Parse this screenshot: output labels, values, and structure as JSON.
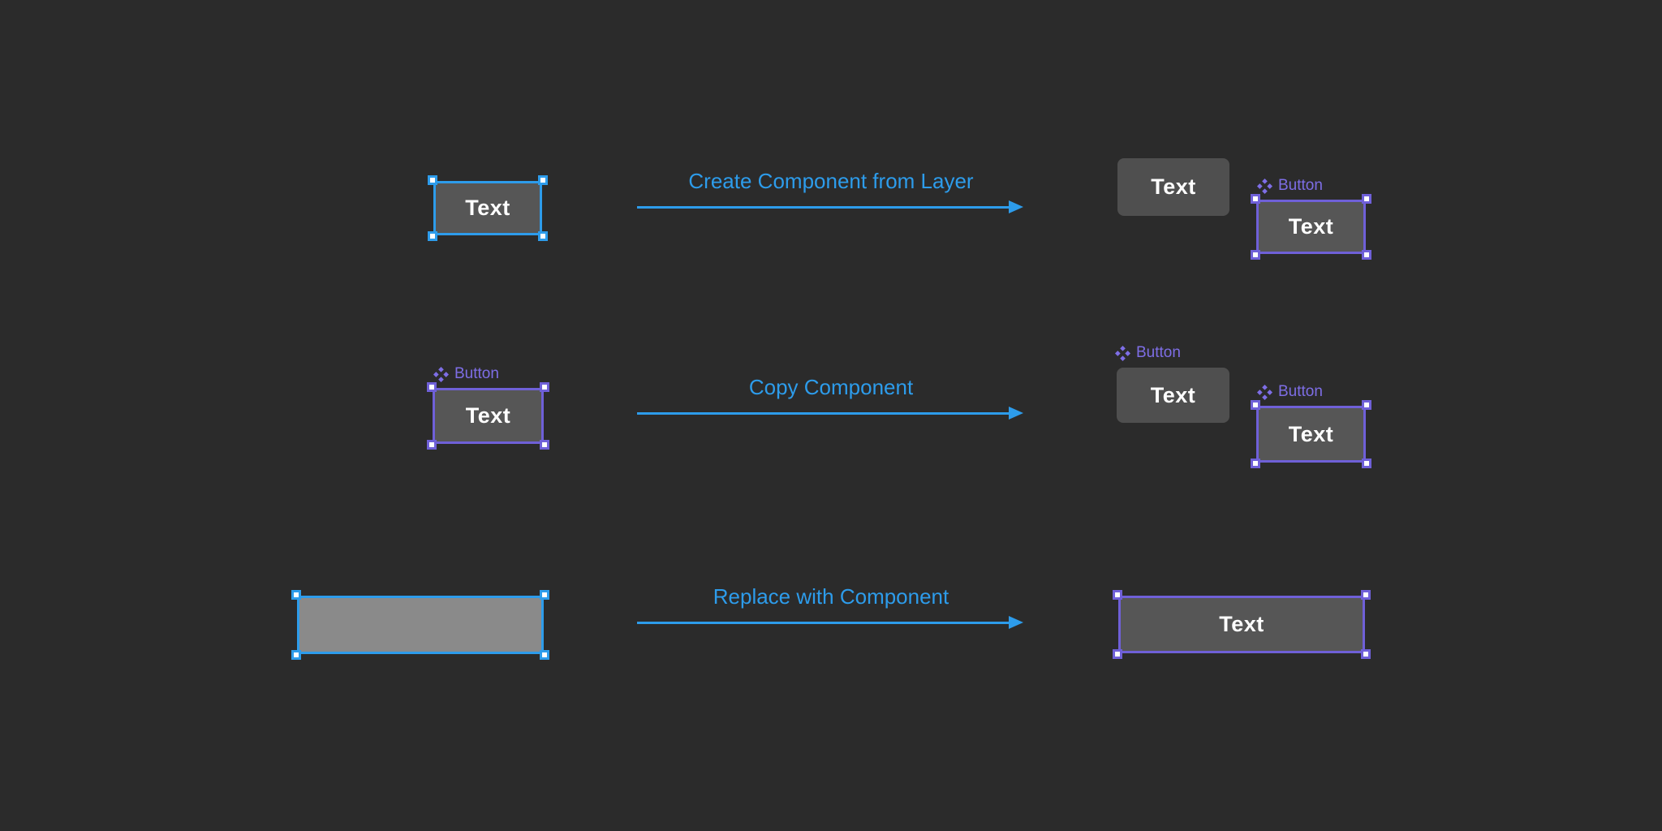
{
  "colors": {
    "background": "#2b2b2b",
    "selection_blue": "#2d9ceb",
    "component_purple": "#7e6ee6",
    "component_purple_border": "#6f60d8",
    "button_fill": "#4f4f4f",
    "selected_fill": "#565656",
    "placeholder_fill": "#8a8a8a",
    "text_color": "#ffffff"
  },
  "rows": [
    {
      "arrow_label": "Create Component from Layer",
      "left": {
        "layer": {
          "text": "Text"
        }
      },
      "right": {
        "button": {
          "text": "Text"
        },
        "component": {
          "name": "Button",
          "text": "Text"
        }
      }
    },
    {
      "arrow_label": "Copy Component",
      "left": {
        "component": {
          "name": "Button",
          "text": "Text"
        }
      },
      "right": {
        "original": {
          "name": "Button",
          "text": "Text"
        },
        "copy": {
          "name": "Button",
          "text": "Text"
        }
      }
    },
    {
      "arrow_label": "Replace with Component",
      "left": {
        "placeholder": {
          "text": ""
        }
      },
      "right": {
        "component": {
          "text": "Text"
        }
      }
    }
  ]
}
